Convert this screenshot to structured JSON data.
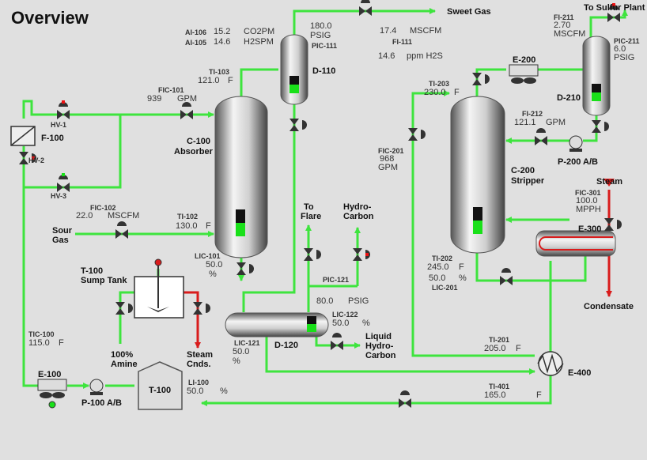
{
  "title": "Overview",
  "colors": {
    "pipe": "#3ee43e",
    "steam": "#d91c1c",
    "background": "#e0e0e0",
    "level": "#19e019",
    "alarm": "#e11"
  },
  "equipment": {
    "f100": "F-100",
    "hv1": "HV-1",
    "hv2": "HV-2",
    "hv3": "HV-3",
    "c100": "C-100",
    "c100_sub": "Absorber",
    "d110": "D-110",
    "d120": "D-120",
    "d210": "D-210",
    "c200": "C-200",
    "c200_sub": "Stripper",
    "e100": "E-100",
    "e200": "E-200",
    "e300": "E-300",
    "e400": "E-400",
    "p100": "P-100 A/B",
    "p200": "P-200 A/B",
    "t100": "T-100",
    "t100_title": "T-100",
    "t100_sub": "Sump Tank"
  },
  "streams": {
    "sweet_gas": "Sweet Gas",
    "sulfur": "To Sulfur Plant",
    "sour_gas_1": "Sour",
    "sour_gas_2": "Gas",
    "flare_1": "To",
    "flare_2": "Flare",
    "hc_1": "Hydro-",
    "hc_2": "Carbon",
    "liq_1": "Liquid",
    "liq_2": "Hydro-",
    "liq_3": "Carbon",
    "steam": "Steam",
    "condensate": "Condensate",
    "amine_1": "100%",
    "amine_2": "Amine",
    "cnds_1": "Steam",
    "cnds_2": "Cnds."
  },
  "instruments": {
    "ai106": {
      "tag": "AI-106",
      "value": "15.2",
      "unit": "CO2PM"
    },
    "ai105": {
      "tag": "AI-105",
      "value": "14.6",
      "unit": "H2SPM"
    },
    "pic111": {
      "value": "180.0",
      "unit": "PSIG",
      "tag": "PIC-111"
    },
    "fi111": {
      "value": "17.4",
      "unit": "MSCFM",
      "tag": "FI-111"
    },
    "h2s": {
      "value": "14.6",
      "unit": "ppm H2S"
    },
    "ti103": {
      "tag": "TI-103",
      "value": "121.0",
      "unit": "F"
    },
    "fic101": {
      "tag": "FIC-101",
      "value": "939",
      "unit": "GPM"
    },
    "fic102": {
      "tag": "FIC-102",
      "value": "22.0",
      "unit": "MSCFM"
    },
    "ti102": {
      "tag": "TI-102",
      "value": "130.0",
      "unit": "F"
    },
    "lic101": {
      "tag": "LIC-101",
      "value": "50.0",
      "unit": "%"
    },
    "pic121": {
      "tag": "PIC-121",
      "value": "80.0",
      "unit": "PSIG"
    },
    "lic122": {
      "tag": "LIC-122",
      "value": "50.0",
      "unit": "%"
    },
    "lic121": {
      "tag": "LIC-121",
      "value": "50.0",
      "unit": "%"
    },
    "tic100": {
      "tag": "TIC-100",
      "value": "115.0",
      "unit": "F"
    },
    "li100": {
      "tag": "LI-100",
      "value": "50.0",
      "unit": "%"
    },
    "fi211": {
      "tag": "FI-211",
      "value": "2.70",
      "unit": "MSCFM"
    },
    "pic211": {
      "tag": "PIC-211",
      "value": "6.0",
      "unit": "PSIG"
    },
    "ti203": {
      "tag": "TI-203",
      "value": "230.0",
      "unit": "F"
    },
    "fic212": {
      "tag": "FI-212",
      "value": "121.1",
      "unit": "GPM"
    },
    "fic201": {
      "tag": "FIC-201",
      "value": "968",
      "unit": "GPM"
    },
    "fic301": {
      "tag": "FIC-301",
      "value": "100.0",
      "unit": "MPPH"
    },
    "ti202": {
      "tag": "TI-202",
      "value": "245.0",
      "unit": "F"
    },
    "lic201": {
      "tag": "LIC-201",
      "value": "50.0",
      "unit": "%"
    },
    "ti201": {
      "tag": "TI-201",
      "value": "205.0",
      "unit": "F"
    },
    "ti401": {
      "tag": "TI-401",
      "value": "165.0",
      "unit": "F"
    }
  },
  "levels": {
    "c100": 0.5,
    "d110": 0.5,
    "d120": 0.5,
    "c200": 0.5,
    "d210": 0.5
  }
}
